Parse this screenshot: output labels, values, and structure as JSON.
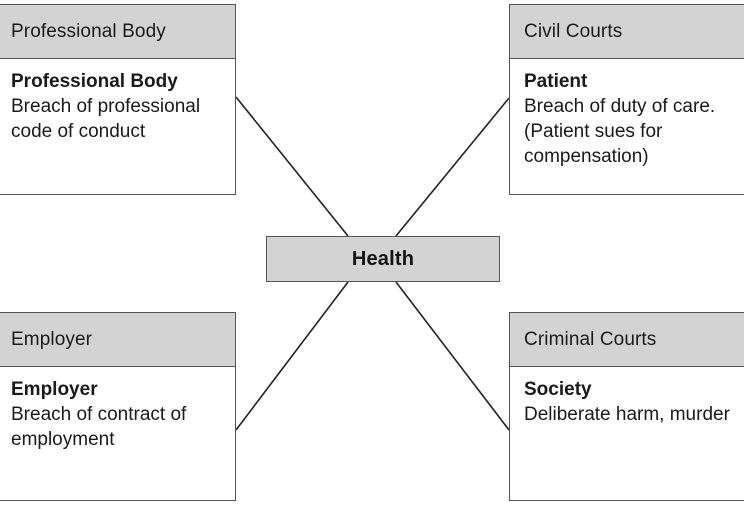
{
  "diagram": {
    "type": "hub-and-spoke",
    "center": {
      "label": "Health"
    },
    "colors": {
      "header_fill": "#d3d3d3",
      "body_fill": "#ffffff",
      "border": "#555555",
      "connector": "#222222",
      "text": "#1a1a1a"
    },
    "nodes": [
      {
        "id": "professional-body",
        "position": "top-left",
        "header": "Professional Body",
        "body_title": "Professional Body",
        "body_text": "Breach of professional code of conduct"
      },
      {
        "id": "civil-courts",
        "position": "top-right",
        "header": "Civil Courts",
        "body_title": "Patient",
        "body_text": "Breach of duty of care. (Patient sues for compensation)"
      },
      {
        "id": "employer",
        "position": "bottom-left",
        "header": "Employer",
        "body_title": "Employer",
        "body_text": "Breach of contract of employment"
      },
      {
        "id": "criminal-courts",
        "position": "bottom-right",
        "header": "Criminal Courts",
        "body_title": "Society",
        "body_text": "Deliberate harm, murder"
      }
    ],
    "connectors": [
      {
        "from": "professional-body",
        "to": "center"
      },
      {
        "from": "civil-courts",
        "to": "center"
      },
      {
        "from": "employer",
        "to": "center"
      },
      {
        "from": "criminal-courts",
        "to": "center"
      }
    ]
  }
}
